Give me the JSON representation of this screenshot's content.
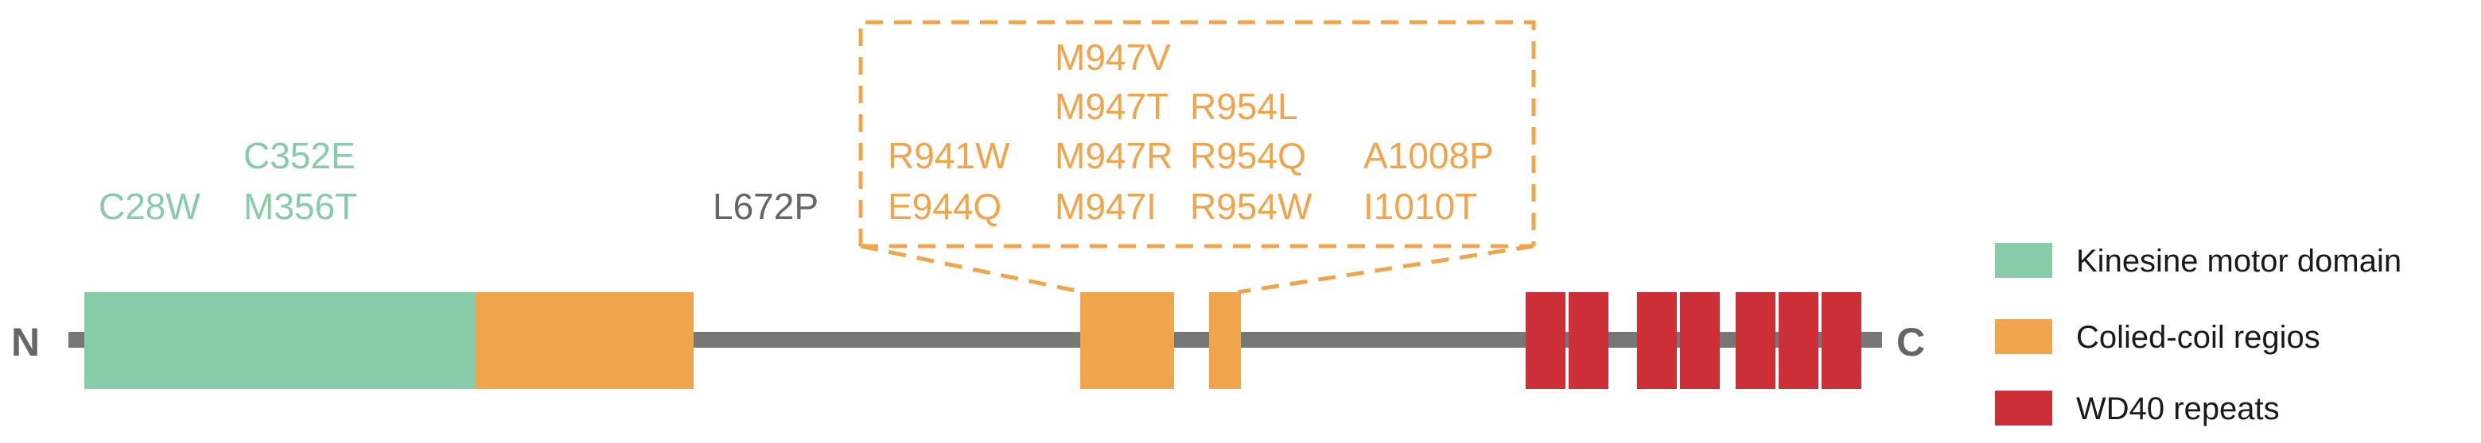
{
  "colors": {
    "motor": "#88cba9",
    "coil": "#f0a54d",
    "wd40": "#cc2f35",
    "backbone": "#777777",
    "label_gray": "#666666"
  },
  "termini": {
    "n": "N",
    "c": "C"
  },
  "mutations": {
    "motor": [
      "C28W",
      "C352E",
      "M356T"
    ],
    "linker": [
      "L672P"
    ],
    "coil_box": [
      "M947V",
      "M947T",
      "R954L",
      "R941W",
      "M947R",
      "R954Q",
      "A1008P",
      "E944Q",
      "M947I",
      "R954W",
      "I1010T"
    ]
  },
  "legend": [
    {
      "label": "Kinesine motor domain",
      "color": "#88cba9"
    },
    {
      "label": "Colied-coil regios",
      "color": "#f0a54d"
    },
    {
      "label": "WD40 repeats",
      "color": "#cc2f35"
    }
  ]
}
